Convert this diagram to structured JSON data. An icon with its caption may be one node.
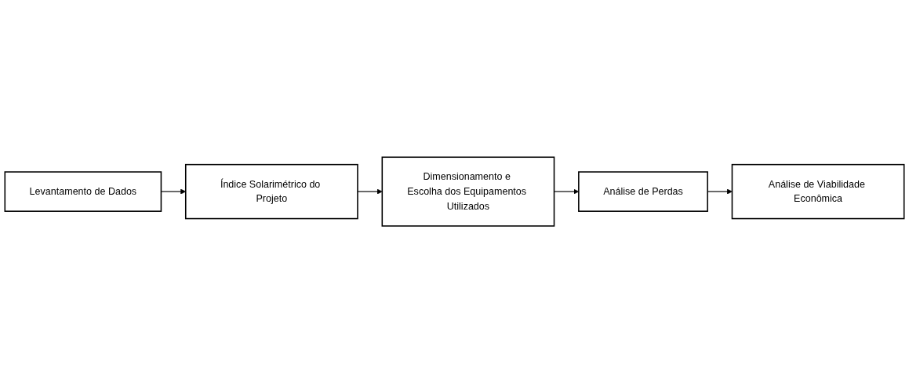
{
  "diagram": {
    "nodes": [
      {
        "text": [
          "Levantamento de Dados"
        ]
      },
      {
        "text": [
          "Índice Solarimétrico do Projeto"
        ]
      },
      {
        "text": [
          "Dimensionamento e Escolha dos Equipamentos Utilizados"
        ]
      },
      {
        "text": [
          "Análise de Perdas"
        ]
      },
      {
        "text": [
          "Análise de Viabilidade Econômica"
        ]
      }
    ],
    "edges": [
      {
        "from": 0,
        "to": 1,
        "arrow": "to"
      },
      {
        "from": 1,
        "to": 2,
        "arrow": "to"
      },
      {
        "from": 2,
        "to": 3,
        "arrow": "to"
      },
      {
        "from": 3,
        "to": 4,
        "arrow": "to"
      }
    ]
  }
}
